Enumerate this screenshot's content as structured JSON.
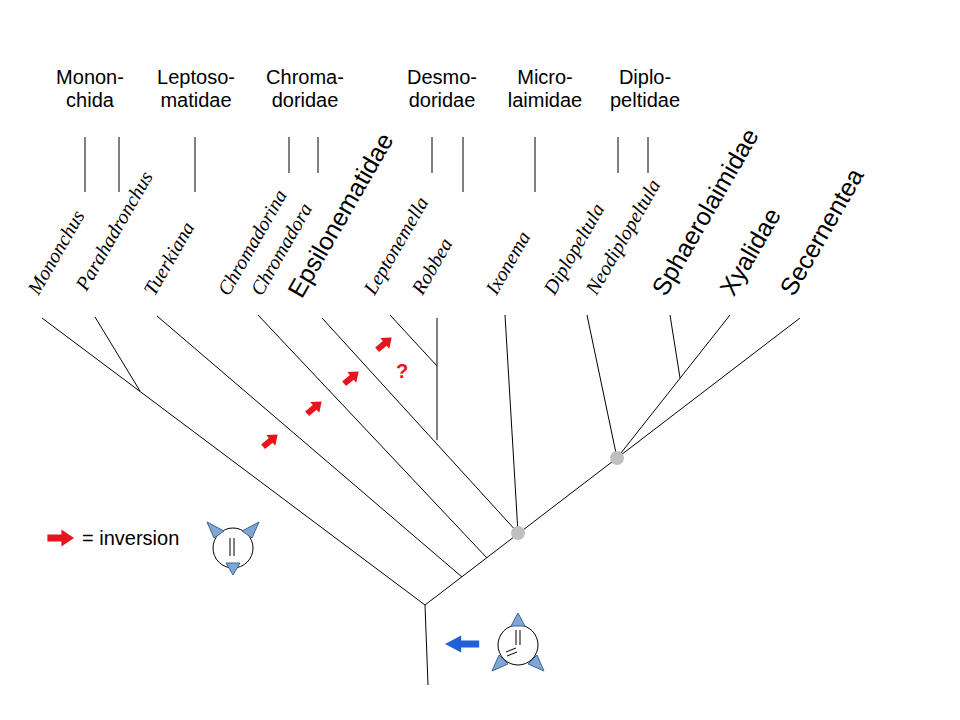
{
  "diagram": {
    "labels": [
      "Monon- chida",
      "Leptoso- matidae",
      "Chroma- doridae",
      "Desmo- doridae",
      "Micro- laimidae",
      "Diplo- peltidae",
      "Mononchus",
      "Parahadronchus",
      "Tuerkiana",
      "Chromadorina",
      "Chromadora",
      "Epsilonematidae",
      "Leptonemella",
      "Robbea",
      "Ixonema",
      "Diplopeltula",
      "Neodiplopeltula",
      "Sphaerolaimidae",
      "Xyalidae",
      "Secernentea",
      "?"
    ],
    "legend": [
      {
        "text": "= inversion"
      }
    ]
  }
}
